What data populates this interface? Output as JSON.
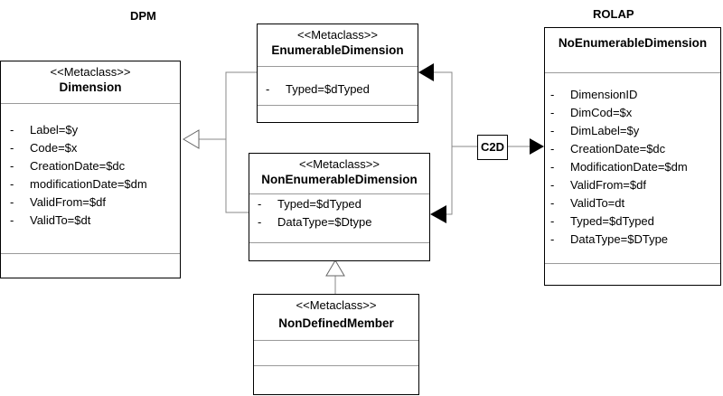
{
  "labels": {
    "dpm": "DPM",
    "rolap": "ROLAP"
  },
  "c2d": "C2D",
  "attr_dash": "-",
  "classes": {
    "dimension": {
      "stereotype": "<<Metaclass>>",
      "name": "Dimension",
      "attributes": [
        "Label=$y",
        "Code=$x",
        "CreationDate=$dc",
        "modificationDate=$dm",
        "ValidFrom=$df",
        "ValidTo=$dt"
      ]
    },
    "enumerable": {
      "stereotype": "<<Metaclass>>",
      "name": "EnumerableDimension",
      "attributes": [
        "Typed=$dTyped"
      ]
    },
    "nonenumerable": {
      "stereotype": "<<Metaclass>>",
      "name": "NonEnumerableDimension",
      "attributes": [
        "Typed=$dTyped",
        "DataType=$Dtype"
      ]
    },
    "nondefined": {
      "stereotype": "<<Metaclass>>",
      "name": "NonDefinedMember",
      "attributes": []
    },
    "rolap": {
      "name": "NoEnumerableDimension",
      "attributes": [
        "DimensionID",
        "DimCod=$x",
        "DimLabel=$y",
        "CreationDate=$dc",
        "ModificationDate=$dm",
        "ValidFrom=$df",
        "ValidTo=dt",
        "Typed=$dTyped",
        "DataType=$DType"
      ]
    }
  }
}
